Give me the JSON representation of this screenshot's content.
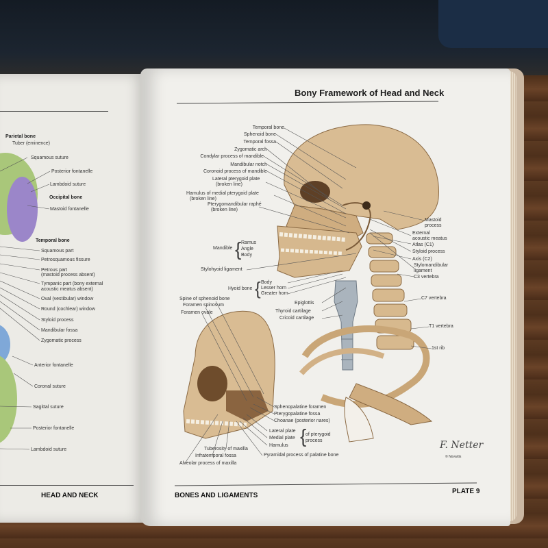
{
  "right_page": {
    "title": "Bony Framework of Head and Neck",
    "footer_left": "BONES AND LIGAMENTS",
    "footer_right": "PLATE 9",
    "signature": "F. Netter",
    "copyright": "© Novartis",
    "labels_left_column": [
      "Temporal bone",
      "Sphenoid bone",
      "Temporal fossa",
      "Zygomatic arch",
      "Condylar process of mandible",
      "Mandibular notch",
      "Coronoid process of mandible",
      "Lateral pterygoid plate",
      "(broken line)",
      "Hamulus of medial pterygoid plate",
      "(broken line)",
      "Pterygomandibular raphé",
      "(broken line)"
    ],
    "mandible_group": {
      "name": "Mandible",
      "parts": [
        "Ramus",
        "Angle",
        "Body"
      ]
    },
    "stylohyoid": "Stylohyoid ligament",
    "hyoid_group": {
      "name": "Hyoid bone",
      "parts": [
        "Body",
        "Lesser horn",
        "Greater horn"
      ]
    },
    "labels_right_column": [
      "Mastoid",
      "process",
      "External",
      "acoustic meatus",
      "Atlas (C1)",
      "Styloid process",
      "Axis (C2)",
      "Stylomandibular",
      "ligament",
      "C3 vertebra",
      "C7 vertebra",
      "T1 vertebra",
      "1st rib"
    ],
    "larynx_labels": [
      "Epiglottis",
      "Thyroid cartilage",
      "Cricoid cartilage"
    ],
    "lower_skull_top_labels": [
      "Spine of sphenoid bone",
      "Foramen spinosum",
      "Foramen ovale"
    ],
    "lower_skull_right_labels": [
      "Sphenopalatine foramen",
      "Pterygopalatine fossa",
      "Choanae (posterior nares)",
      "Lateral plate",
      "Medial plate",
      "Hamulus",
      "of pterygoid",
      "process"
    ],
    "lower_skull_bottom_labels": [
      "Tuberosity of maxilla",
      "Infratemporal fossa",
      "Alveolar process of maxilla",
      "Pyramidal process of palatine bone"
    ]
  },
  "left_page": {
    "footer": "HEAD AND NECK",
    "labels": [
      "Parietal bone",
      "Tuber (eminence)",
      "Squamous suture",
      "Posterior fontanelle",
      "Lambdoid suture",
      "Occipital bone",
      "Mastoid fontanelle",
      "Temporal bone",
      "Squamous part",
      "Petrosquamous fissure",
      "Petrous part",
      "(mastoid process absent)",
      "Tympanic part (bony external",
      "acoustic meatus absent)",
      "Oval (vestibular) window",
      "Round (cochlear) window",
      "Styloid process",
      "Mandibular fossa",
      "Zygomatic process",
      "Anterior fontanelle",
      "Coronal suture",
      "Sagittal suture",
      "Posterior fontanelle",
      "Lambdoid suture"
    ],
    "bold_labels": [
      "Parietal bone",
      "Occipital bone",
      "Temporal bone"
    ]
  },
  "colors": {
    "bone": "#d8b98f",
    "bone_dark": "#9a7448",
    "cartilage": "#aab4bd",
    "green": "#a9c77a",
    "purple": "#9b86c9",
    "blue": "#7fa8d8"
  }
}
